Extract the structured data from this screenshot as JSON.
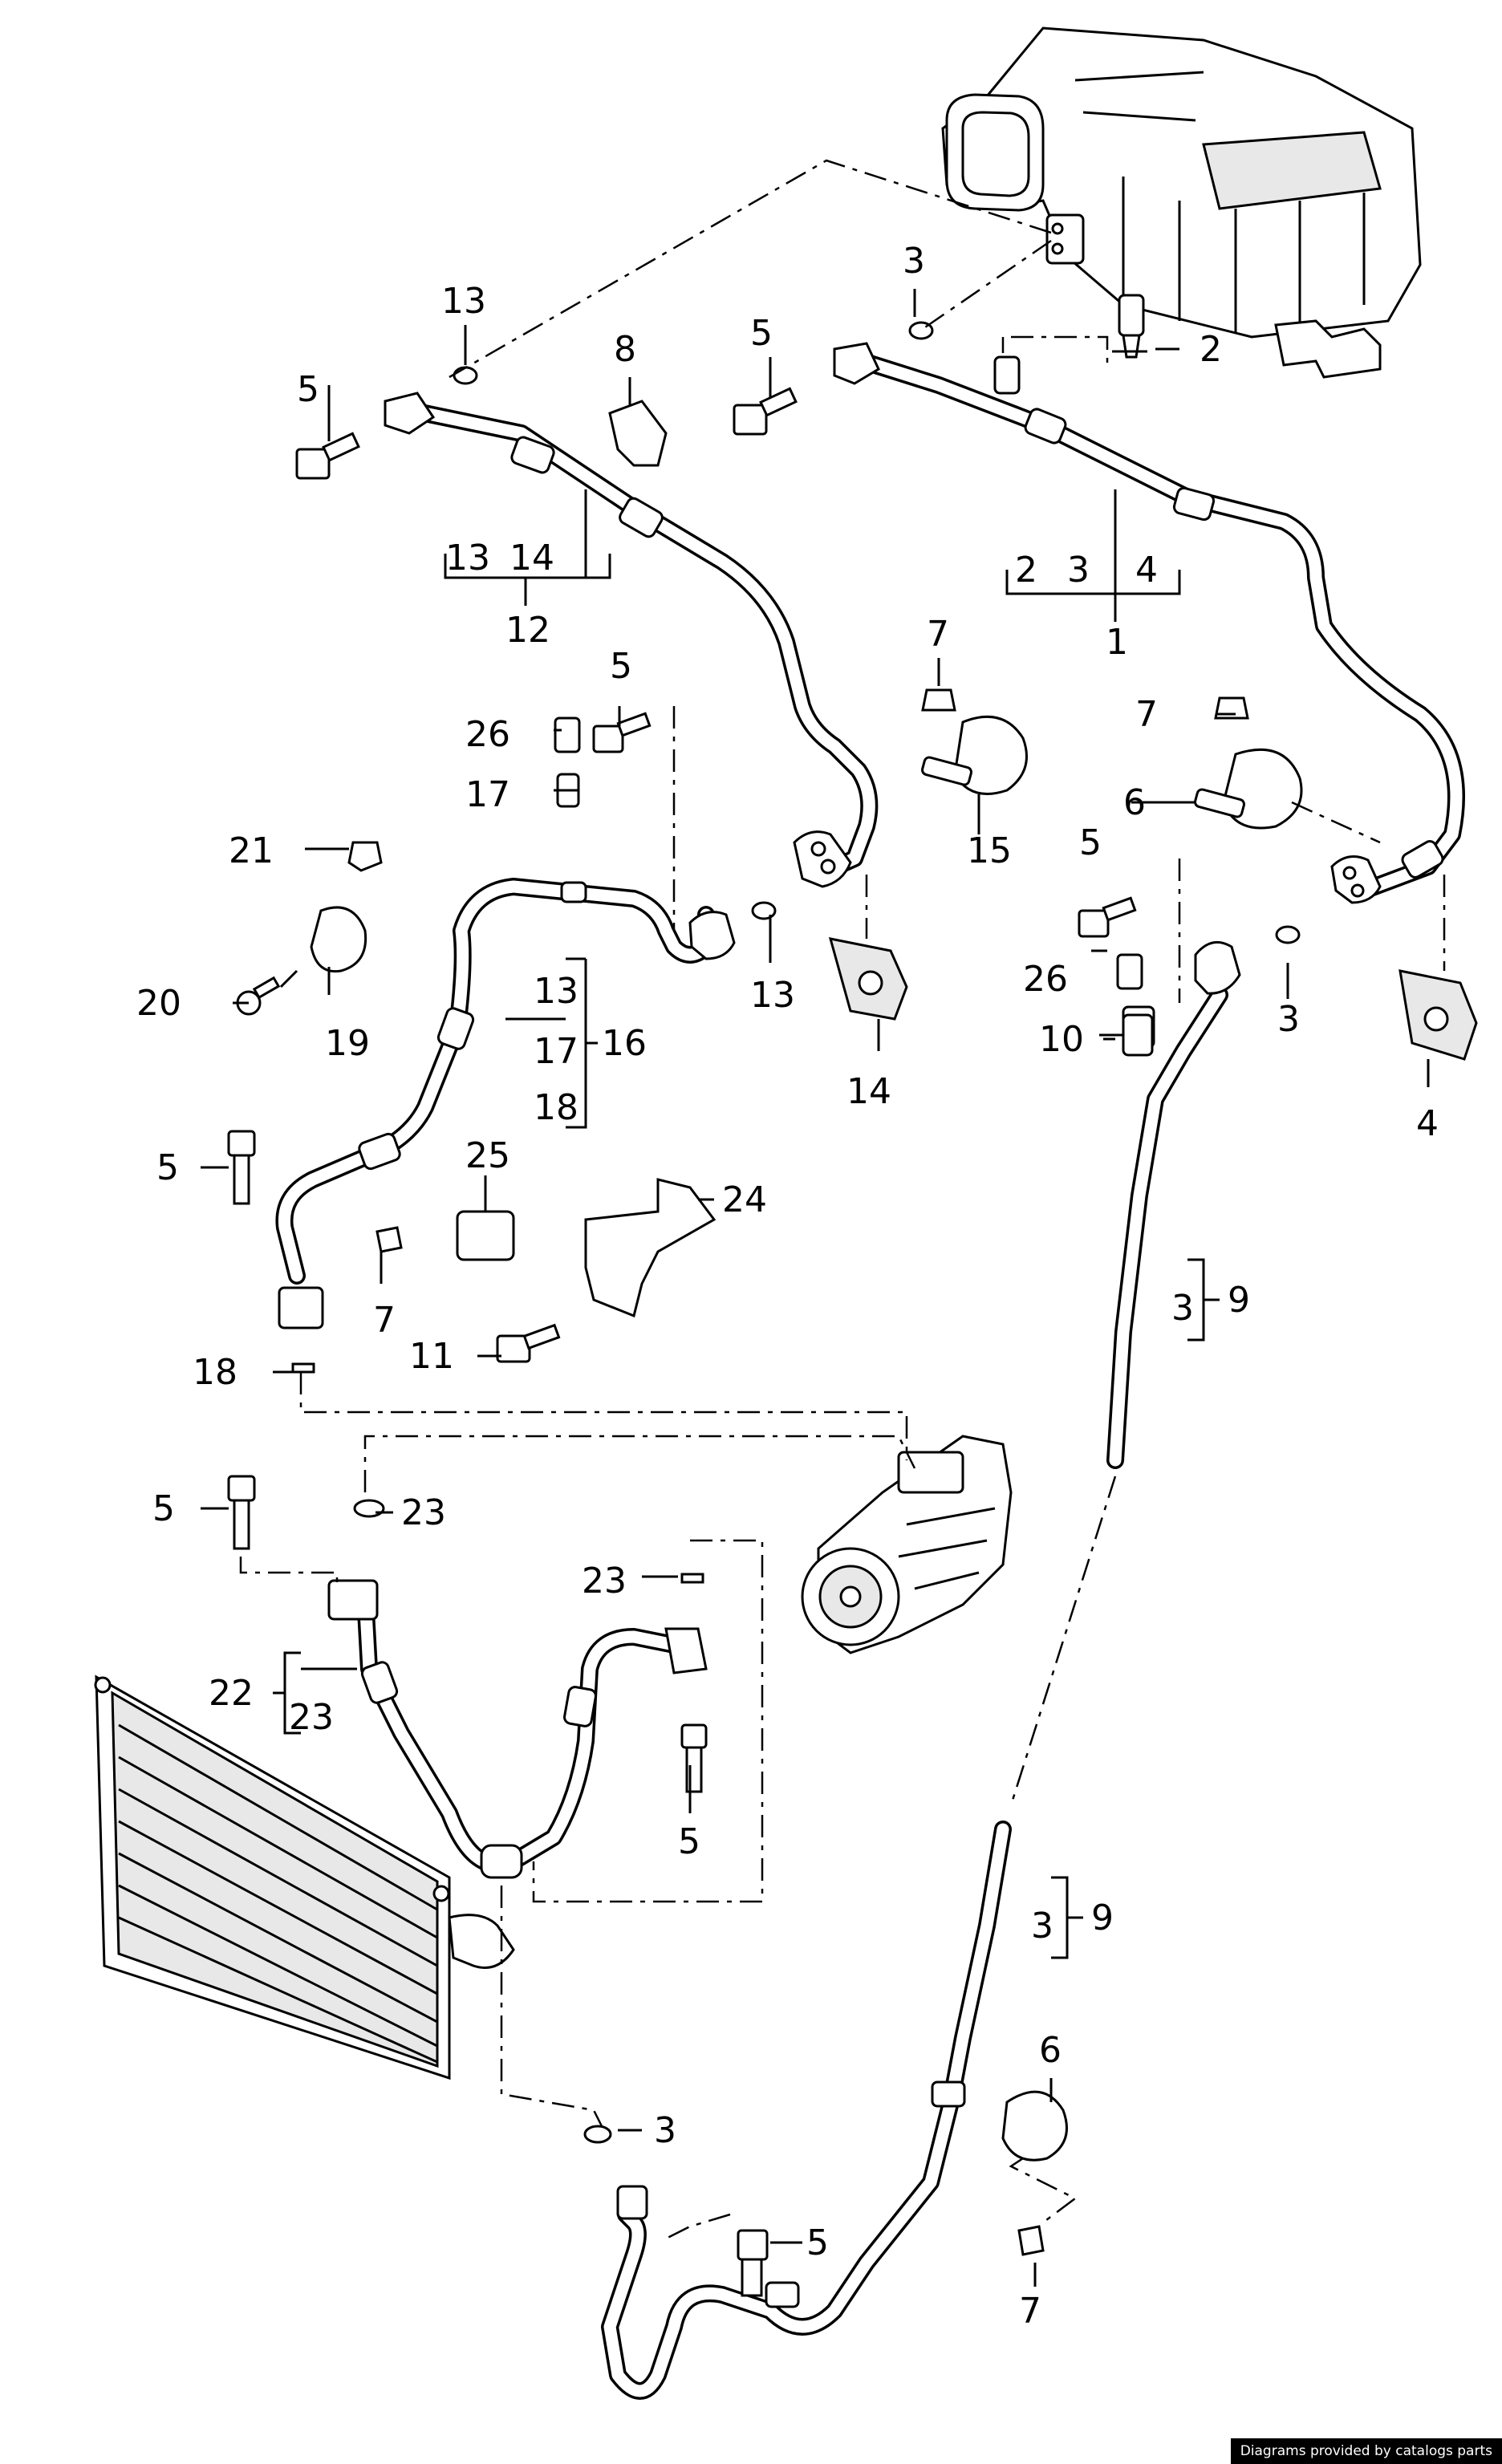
{
  "labels": {
    "l1": "1",
    "l2a": "2",
    "l2b": "2",
    "l3a": "3",
    "l3b": "3",
    "l3c": "3",
    "l3d": "3",
    "l3e": "3",
    "l3f": "3",
    "l4a": "4",
    "l4b": "4",
    "l5a": "5",
    "l5b": "5",
    "l5c": "5",
    "l5d": "5",
    "l5e": "5",
    "l5f": "5",
    "l5g": "5",
    "l5h": "5",
    "l6a": "6",
    "l6b": "6",
    "l7a": "7",
    "l7b": "7",
    "l7c": "7",
    "l7d": "7",
    "l8": "8",
    "l9a": "9",
    "l9b": "9",
    "l10": "10",
    "l11": "11",
    "l12": "12",
    "l13a": "13",
    "l13b": "13",
    "l13c": "13",
    "l13d": "13",
    "l14a": "14",
    "l14b": "14",
    "l15": "15",
    "l16": "16",
    "l17a": "17",
    "l17b": "17",
    "l18a": "18",
    "l18b": "18",
    "l19": "19",
    "l20": "20",
    "l21": "21",
    "l22": "22",
    "l23a": "23",
    "l23b": "23",
    "l23c": "23",
    "l24": "24",
    "l25": "25",
    "l26a": "26",
    "l26b": "26"
  },
  "footer": {
    "credit": "Diagrams provided by catalogs parts"
  }
}
